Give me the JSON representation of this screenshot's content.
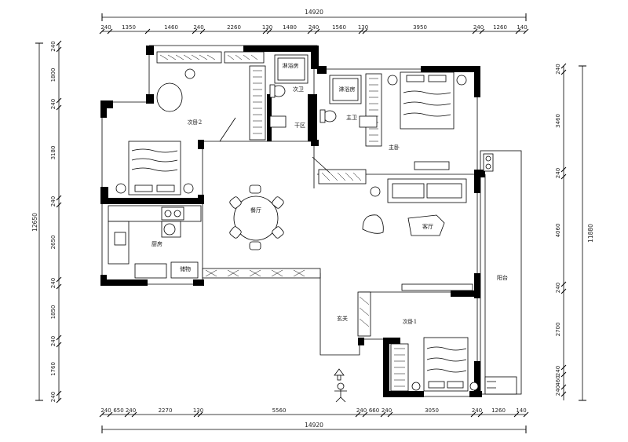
{
  "dimensions": {
    "top_total": "14920",
    "top_segments": [
      "240",
      "1350",
      "1460",
      "240",
      "2260",
      "130",
      "1480",
      "240",
      "1560",
      "130",
      "3950",
      "240",
      "1260",
      "140"
    ],
    "bottom_total": "14920",
    "bottom_segments": [
      "240",
      "650",
      "240",
      "2270",
      "130",
      "5560",
      "240",
      "660",
      "240",
      "3050",
      "240",
      "1260",
      "140"
    ],
    "left_total": "12650",
    "left_segments": [
      "240",
      "1800",
      "240",
      "3180",
      "240",
      "2650",
      "240",
      "1850",
      "240",
      "1760",
      "240"
    ],
    "right_total": "11880",
    "right_segments": [
      "240",
      "3460",
      "240",
      "4060",
      "240",
      "2700",
      "240",
      "460",
      "240"
    ]
  },
  "rooms": {
    "bedroom2": "次卧2",
    "shower_left": "淋浴房",
    "guest_bath": "次卫",
    "dry_area": "干区",
    "shower_right": "淋浴房",
    "master_bath": "主卫",
    "master_bedroom": "主卧",
    "dining": "餐厅",
    "living": "客厅",
    "kitchen": "厨房",
    "storage": "储物",
    "entrance": "玄关",
    "bedroom1": "次卧1",
    "balcony": "阳台"
  }
}
